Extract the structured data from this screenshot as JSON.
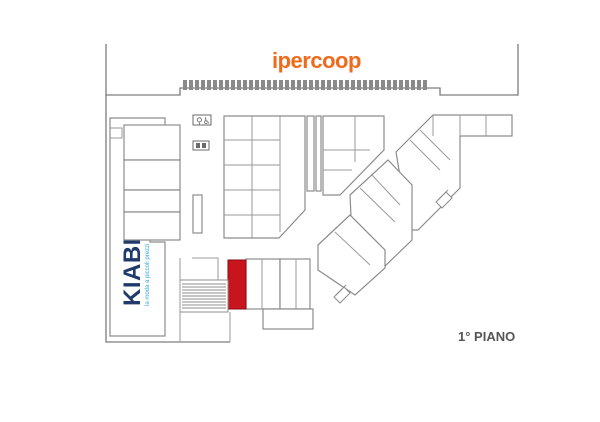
{
  "anchor_store": {
    "name": "ipercoop",
    "color": "#f06a1a"
  },
  "store_kiabi": {
    "name": "KIABI",
    "tagline": "la moda a piccoli prezzi",
    "color": "#1f3a6b",
    "tagline_color": "#2fa5d8"
  },
  "floor_label": "1° PIANO",
  "highlighted_unit": {
    "color": "#c8141c",
    "status": "selected"
  },
  "icons": [
    "toilet-icon",
    "restroom-icon",
    "parking-icon",
    "escalator-icon"
  ]
}
